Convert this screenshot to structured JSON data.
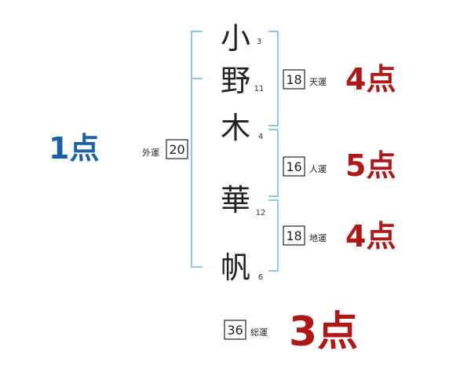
{
  "colors": {
    "bracket": "#8cc8e4",
    "score_red": "#b01818",
    "score_blue": "#1b5fa8"
  },
  "characters": [
    {
      "char": "小",
      "strokes": "3"
    },
    {
      "char": "野",
      "strokes": "11"
    },
    {
      "char": "木",
      "strokes": "4"
    },
    {
      "char": "華",
      "strokes": "12"
    },
    {
      "char": "帆",
      "strokes": "6"
    }
  ],
  "fortunes": {
    "gaiun": {
      "label": "外運",
      "value": "20",
      "score": "1点"
    },
    "tenun": {
      "label": "天運",
      "value": "18",
      "score": "4点"
    },
    "jinun": {
      "label": "人運",
      "value": "16",
      "score": "5点"
    },
    "chiun": {
      "label": "地運",
      "value": "18",
      "score": "4点"
    },
    "souun": {
      "label": "総運",
      "value": "36",
      "score": "3点"
    }
  }
}
